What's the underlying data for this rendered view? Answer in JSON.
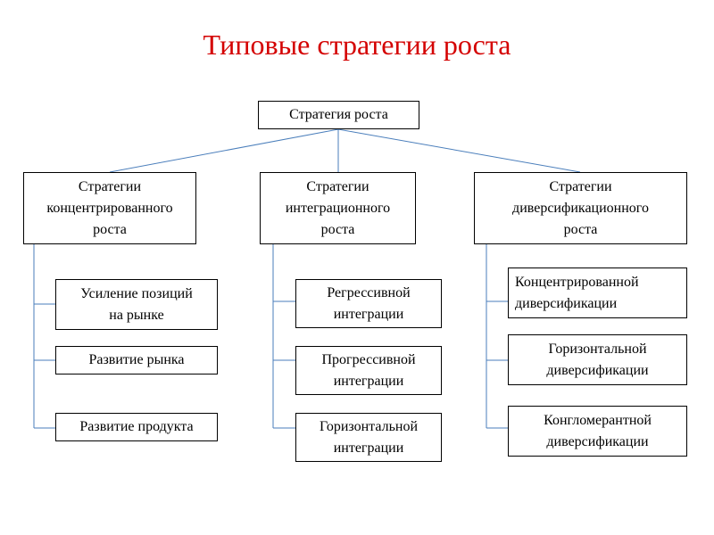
{
  "title": "Типовые стратегии роста",
  "root": "Стратегия роста",
  "branches": [
    {
      "label": "Стратегии\nконцентрированного\nроста",
      "items": [
        "Усиление позиций\nна рынке",
        "Развитие рынка",
        "Развитие продукта"
      ]
    },
    {
      "label": "Стратегии\nинтеграционного\nроста",
      "items": [
        "Регрессивной\nинтеграции",
        "Прогрессивной\nинтеграции",
        "Горизонтальной\nинтеграции"
      ]
    },
    {
      "label": "Стратегии\nдиверсификационного\nроста",
      "items": [
        "Концентрированной\nдиверсификации",
        "Горизонтальной\nдиверсификации",
        "Конгломерантной\nдиверсификации"
      ]
    }
  ],
  "colors": {
    "title": "#d40000",
    "connector": "#4a7ebb",
    "border": "#000000"
  }
}
